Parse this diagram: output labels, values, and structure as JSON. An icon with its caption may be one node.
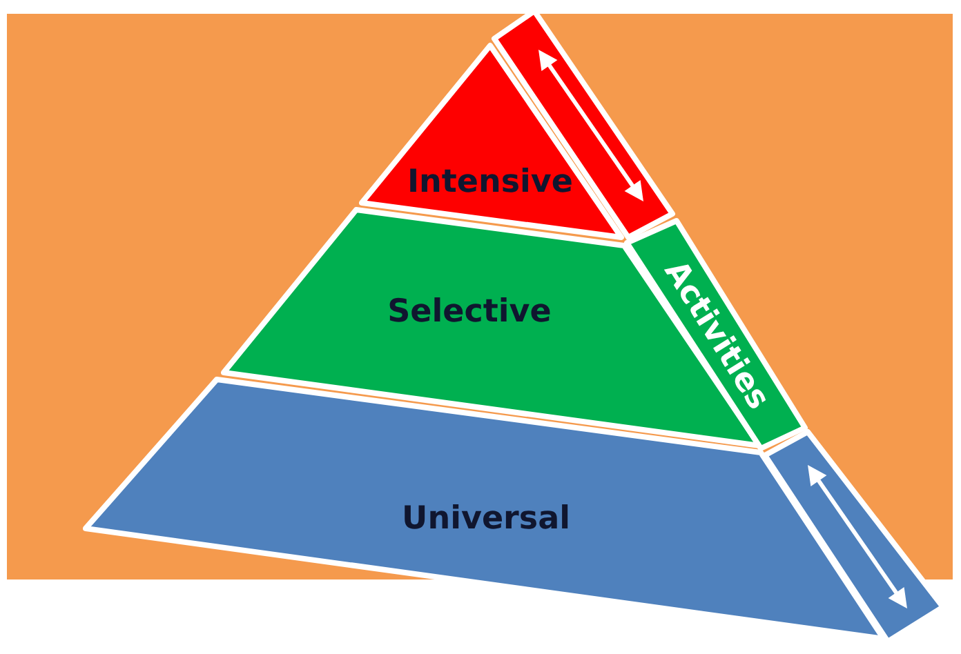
{
  "diagram": {
    "nodes": [
      {
        "text": [
          "Intensive"
        ]
      },
      {
        "text": [
          "Selective"
        ]
      },
      {
        "text": [
          "Universal"
        ]
      },
      {
        "text": [
          "Activities"
        ]
      }
    ]
  }
}
